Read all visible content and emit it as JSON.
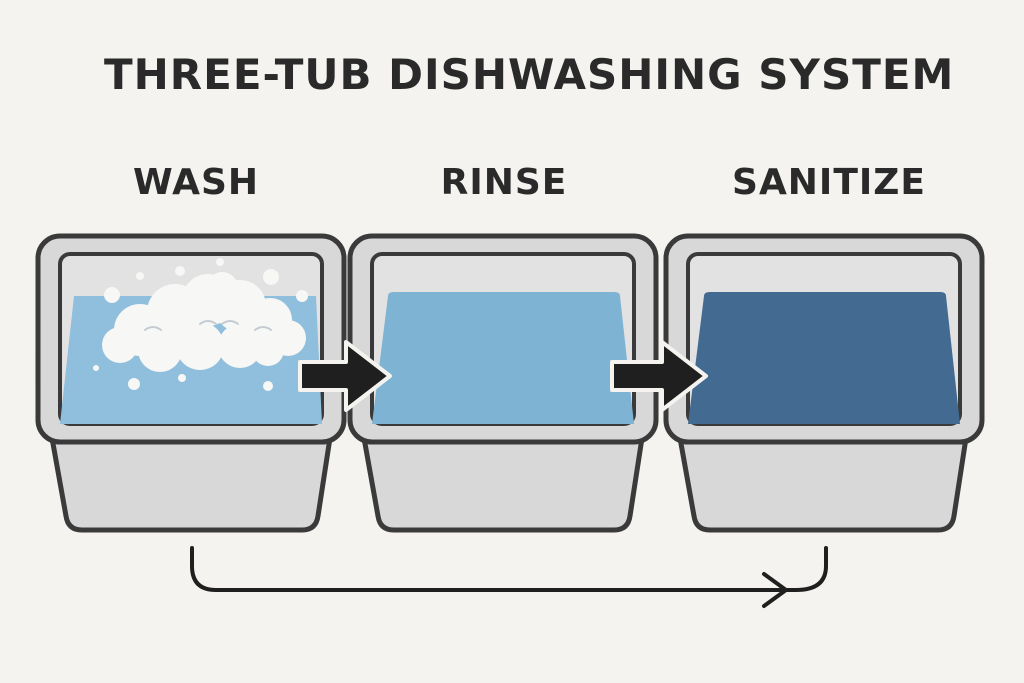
{
  "title": "THREE-TUB DISHWASHING SYSTEM",
  "stages": [
    {
      "label": "WASH",
      "water_color": "#8fbfdc",
      "has_suds": true
    },
    {
      "label": "RINSE",
      "water_color": "#7fb3d3",
      "has_suds": false
    },
    {
      "label": "SANITIZE",
      "water_color": "#436a91",
      "has_suds": false
    }
  ],
  "colors": {
    "background": "#f4f3ef",
    "tub_fill": "#d8d8d8",
    "tub_inner": "#e2e2e2",
    "outline": "#3a3a3a",
    "arrow": "#1f1f1f",
    "suds": "#f7f7f5"
  },
  "icons": {
    "flow_arrow": "right-arrow-icon",
    "return_arrow": "curved-return-arrow-icon"
  }
}
